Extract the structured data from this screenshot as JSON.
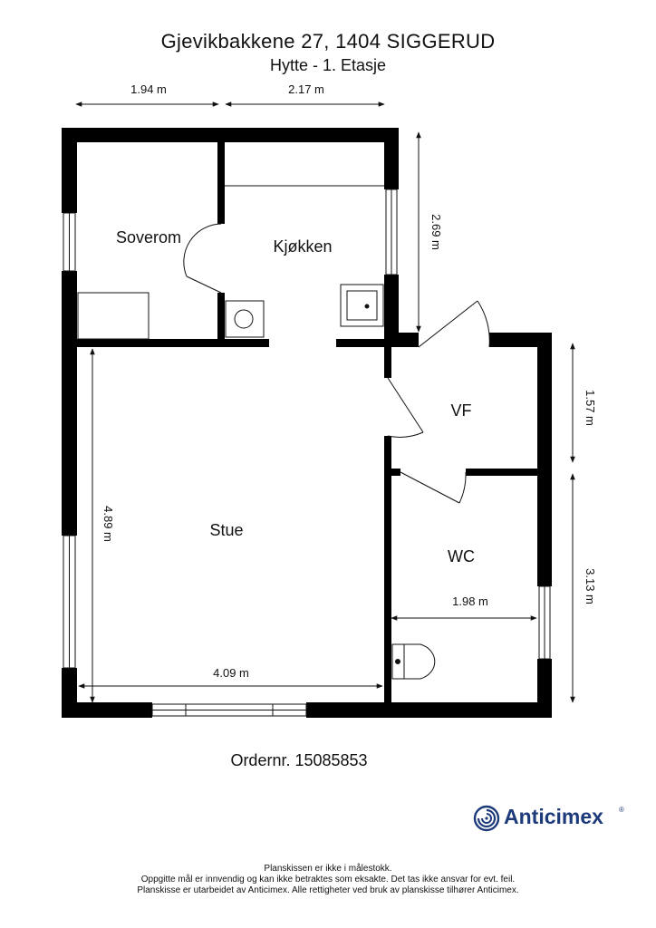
{
  "header": {
    "address": "Gjevikbakkene 27, 1404 SIGGERUD",
    "subtitle": "Hytte  - 1. Etasje"
  },
  "rooms": {
    "soverom": "Soverom",
    "kjokken": "Kjøkken",
    "stue": "Stue",
    "vf": "VF",
    "wc": "WC"
  },
  "dimensions": {
    "top_left": "1.94 m",
    "top_right": "2.17 m",
    "right_upper": "2.69 m",
    "right_middle": "1.57 m",
    "right_lower": "3.13 m",
    "stue_height": "4.89 m",
    "stue_width": "4.09 m",
    "wc_width": "1.98 m"
  },
  "order": "Ordernr. 15085853",
  "brand": {
    "name": "Anticimex",
    "color": "#1d3a7a"
  },
  "footer": {
    "line1": "Planskissen er ikke i målestokk.",
    "line2": "Oppgitte mål er innvendig og kan ikke betraktes som eksakte. Det tas ikke ansvar for evt. feil.",
    "line3": "Planskisse er utarbeidet av Anticimex. Alle rettigheter ved bruk av planskisse tilhører Anticimex."
  }
}
